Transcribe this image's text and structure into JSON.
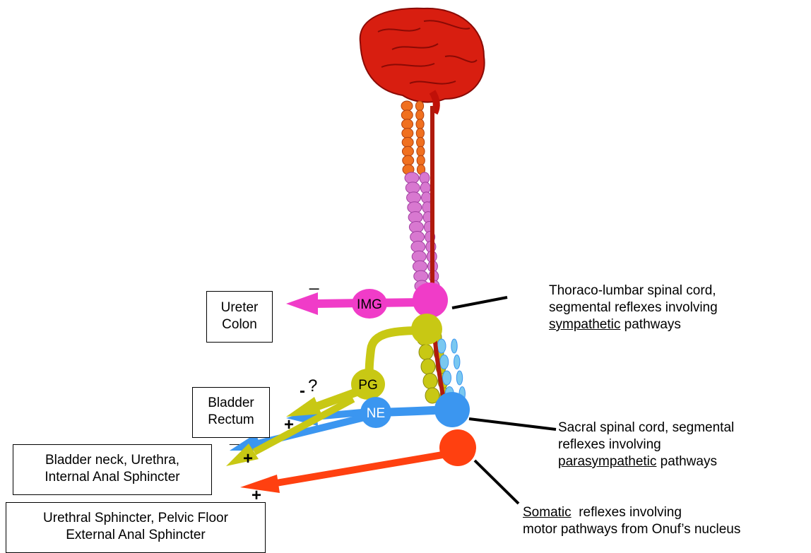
{
  "colors": {
    "sympathetic": "#f03cc8",
    "pelvic": "#c8c814",
    "nerve": "#3b96f0",
    "somatic": "#ff4010",
    "brain": "#d81e10"
  },
  "nodes": {
    "img": "IMG",
    "pg": "PG",
    "ne": "NE"
  },
  "targets": {
    "ureter": [
      "Ureter",
      "Colon"
    ],
    "bladder": [
      "Bladder",
      "Rectum"
    ],
    "neck": [
      "Bladder neck, Urethra,",
      "Internal Anal Sphincter"
    ],
    "sphincter": [
      "Urethral Sphincter, Pelvic Floor",
      "External Anal Sphincter"
    ]
  },
  "signs": {
    "img_minus": "_",
    "pg_minus": "-",
    "pg_question": "?",
    "ne_plus": "+",
    "neck_minus": "_",
    "neck_plus": "+",
    "somatic_plus": "+"
  },
  "descriptions": {
    "thoraco": {
      "line1": "Thoraco-lumbar spinal cord,",
      "line2": "segmental reflexes involving",
      "line3_underlined": "sympathetic",
      "line3_rest": " pathways"
    },
    "sacral": {
      "line1": "Sacral spinal cord, segmental",
      "line2": "reflexes involving",
      "line3_underlined": "parasympathetic",
      "line3_rest": " pathways"
    },
    "somatic": {
      "line1_underlined": "Somatic",
      "line1_rest": "  reflexes involving",
      "line2": "motor pathways from Onuf’s nucleus"
    }
  }
}
